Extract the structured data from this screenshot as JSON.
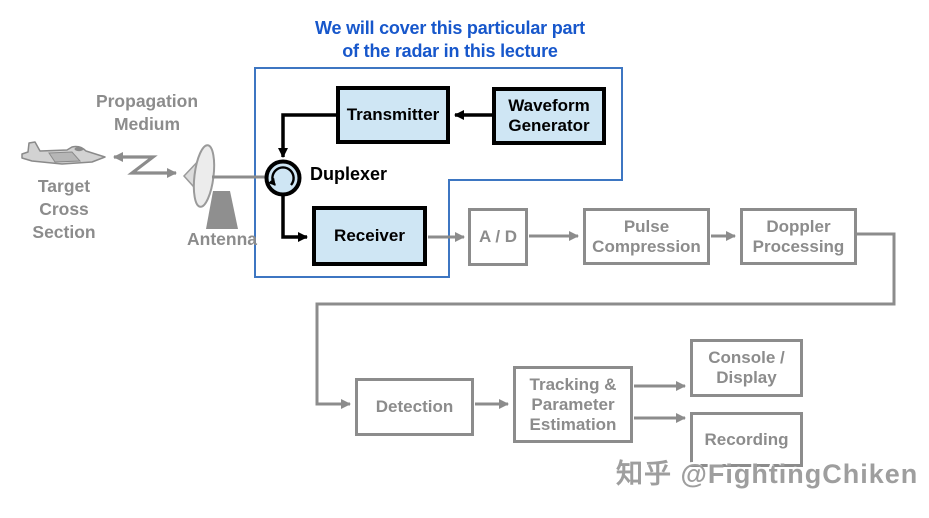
{
  "title": "We will cover this particular part\nof the radar in this lecture",
  "scene": {
    "propagation_medium": "Propagation\nMedium",
    "target_cross_section": "Target\nCross\nSection",
    "antenna": "Antenna"
  },
  "front_end": {
    "transmitter": "Transmitter",
    "waveform_generator": "Waveform\nGenerator",
    "duplexer": "Duplexer",
    "receiver": "Receiver"
  },
  "processing": {
    "ad_converter": "A / D",
    "pulse_compression": "Pulse\nCompression",
    "doppler_processing": "Doppler\nProcessing",
    "detection": "Detection",
    "tracking_estimation": "Tracking &\nParameter\nEstimation",
    "console_display": "Console /\nDisplay",
    "recording": "Recording"
  },
  "watermark": "知乎 @FightingChiken",
  "colors": {
    "title_blue": "#1757cb",
    "highlight_outline_blue": "#3d76c2",
    "highlight_box_fill": "#cfe6f4",
    "gray": "#8c8c8c",
    "black": "#000000"
  }
}
